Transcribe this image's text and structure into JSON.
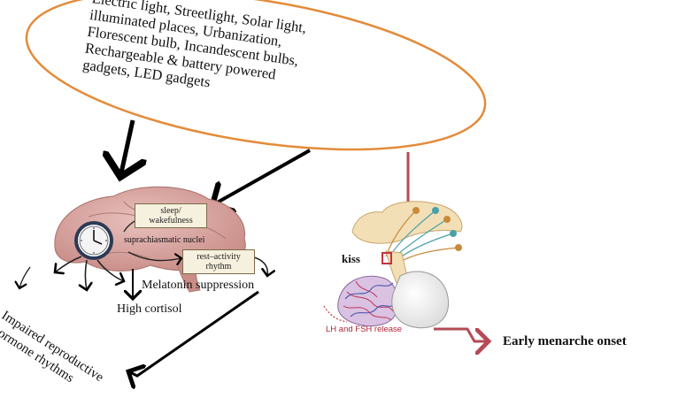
{
  "light_sources": {
    "lines": [
      "Electric light, Streetlight, Solar light,",
      "illuminated places, Urbanization,",
      "Florescent bulb, Incandescent bulbs,",
      "Rechargeable & battery powered",
      "gadgets, LED gadgets"
    ]
  },
  "brain": {
    "sleep_box": "sleep/ wakefulness",
    "scn_label": "suprachiasmatic nuclei",
    "rest_box": "rest–activity rhythm"
  },
  "effects": {
    "melatonin": "Melatonin suppression",
    "cortisol": "High cortisol",
    "impaired": "Impaired reproductive hormone rhythms"
  },
  "pituitary": {
    "kiss": "kiss",
    "release": "LH and FSH release"
  },
  "outcome": "Early menarche onset",
  "colors": {
    "ellipse_stroke": "#e38b3a",
    "arrow_black": "#000000",
    "arrow_red": "#b44a55",
    "brain": "#d8a7a3"
  }
}
